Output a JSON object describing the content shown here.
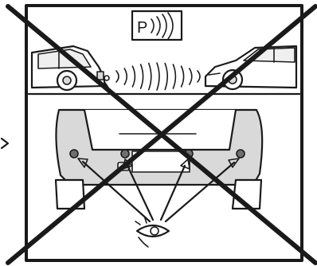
{
  "parking_sign": {
    "letter": "P"
  },
  "icons": {
    "sign": "parking-sensor-sign-icon",
    "eye": "eye-icon",
    "sensor": "sensor-dot-icon",
    "prohibited": "cross-out-icon"
  },
  "colors": {
    "ink": "#1a1a1a",
    "bumper": "#d9d9d9",
    "sensor": "#6e6e6e",
    "background": "#ffffff"
  },
  "diagram": {
    "sensors_count": 4,
    "signal_arcs_count": 11,
    "crossed_out": true
  }
}
